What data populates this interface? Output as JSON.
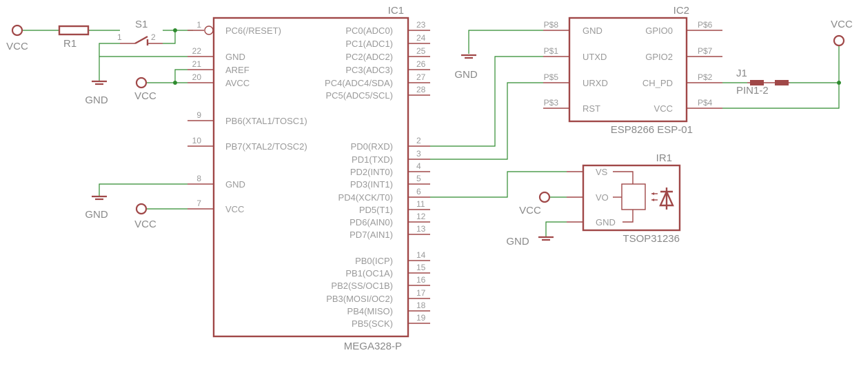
{
  "ic1": {
    "ref": "IC1",
    "value": "MEGA328-P",
    "left_pins": [
      {
        "num": "1",
        "name": "PC6(/RESET)"
      },
      {
        "num": "22",
        "name": "GND"
      },
      {
        "num": "21",
        "name": "AREF"
      },
      {
        "num": "20",
        "name": "AVCC"
      },
      {
        "num": "9",
        "name": "PB6(XTAL1/TOSC1)"
      },
      {
        "num": "10",
        "name": "PB7(XTAL2/TOSC2)"
      },
      {
        "num": "8",
        "name": "GND"
      },
      {
        "num": "7",
        "name": "VCC"
      }
    ],
    "right_pins": [
      {
        "num": "23",
        "name": "PC0(ADC0)"
      },
      {
        "num": "24",
        "name": "PC1(ADC1)"
      },
      {
        "num": "25",
        "name": "PC2(ADC2)"
      },
      {
        "num": "26",
        "name": "PC3(ADC3)"
      },
      {
        "num": "27",
        "name": "PC4(ADC4/SDA)"
      },
      {
        "num": "28",
        "name": "PC5(ADC5/SCL)"
      },
      {
        "num": "2",
        "name": "PD0(RXD)"
      },
      {
        "num": "3",
        "name": "PD1(TXD)"
      },
      {
        "num": "4",
        "name": "PD2(INT0)"
      },
      {
        "num": "5",
        "name": "PD3(INT1)"
      },
      {
        "num": "6",
        "name": "PD4(XCK/T0)"
      },
      {
        "num": "11",
        "name": "PD5(T1)"
      },
      {
        "num": "12",
        "name": "PD6(AIN0)"
      },
      {
        "num": "13",
        "name": "PD7(AIN1)"
      },
      {
        "num": "14",
        "name": "PB0(ICP)"
      },
      {
        "num": "15",
        "name": "PB1(OC1A)"
      },
      {
        "num": "16",
        "name": "PB2(SS/OC1B)"
      },
      {
        "num": "17",
        "name": "PB3(MOSI/OC2)"
      },
      {
        "num": "18",
        "name": "PB4(MISO)"
      },
      {
        "num": "19",
        "name": "PB5(SCK)"
      }
    ]
  },
  "ic2": {
    "ref": "IC2",
    "value": "ESP8266 ESP-01",
    "left_pins": [
      {
        "num": "P$8",
        "name": "GND"
      },
      {
        "num": "P$1",
        "name": "UTXD"
      },
      {
        "num": "P$5",
        "name": "URXD"
      },
      {
        "num": "P$3",
        "name": "RST"
      }
    ],
    "right_pins": [
      {
        "num": "P$6",
        "name": "GPIO0"
      },
      {
        "num": "P$7",
        "name": "GPIO2"
      },
      {
        "num": "P$2",
        "name": "CH_PD"
      },
      {
        "num": "P$4",
        "name": "VCC"
      }
    ]
  },
  "ir1": {
    "ref": "IR1",
    "value": "TSOP31236",
    "pins": [
      "VS",
      "VO",
      "GND"
    ]
  },
  "r1": {
    "ref": "R1"
  },
  "s1": {
    "ref": "S1",
    "pin1": "1",
    "pin2": "2"
  },
  "j1": {
    "ref": "J1",
    "value": "PIN1-2"
  },
  "supply": {
    "vcc": "VCC",
    "gnd": "GND"
  },
  "colors": {
    "part": "#a04848",
    "wire": "#2e8b2e",
    "text": "#9a9a9a"
  }
}
